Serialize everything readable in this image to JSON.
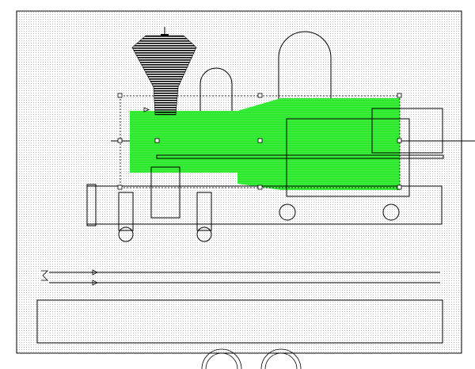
{
  "app": {
    "view": "cad-drawing-canvas"
  },
  "colors": {
    "background": "#ffffff",
    "grid_dot": "#b8b8b8",
    "line": "#000000",
    "selected_fill": "#2ee82e",
    "smokestack_fill": "#000000"
  },
  "icons": {
    "handle": "square-handle",
    "arrow": "triangle-arrow-icon",
    "break": "break-symbol-icon"
  },
  "selection": {
    "selected_shape": "boiler-body",
    "handle_count": 8
  }
}
